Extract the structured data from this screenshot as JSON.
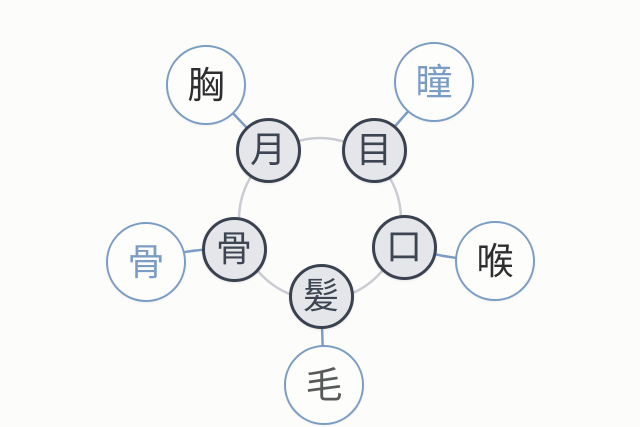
{
  "diagram": {
    "inner_nodes": [
      {
        "label": "月"
      },
      {
        "label": "目"
      },
      {
        "label": "口"
      },
      {
        "label": "髪"
      },
      {
        "label": "骨"
      }
    ],
    "outer_nodes": [
      {
        "label": "胸",
        "label_color": "dark",
        "connects_to": "月"
      },
      {
        "label": "瞳",
        "label_color": "blue",
        "connects_to": "目"
      },
      {
        "label": "喉",
        "label_color": "dark",
        "connects_to": "口"
      },
      {
        "label": "毛",
        "label_color": "gray",
        "connects_to": "髪"
      },
      {
        "label": "骨",
        "label_color": "blue",
        "connects_to": "骨"
      }
    ],
    "colors": {
      "background": "#fcfcfa",
      "inner_circle_fill": "#e4e6e9",
      "inner_circle_border": "#3a4250",
      "inner_text": "#3e4552",
      "outer_circle_border": "#7c9dc3",
      "ring_connector": "#c9ccd2",
      "spoke_connector": "#7c9dc3",
      "dark_text": "#2e2e30",
      "blue_text": "#7c9dc3",
      "gray_text": "#58595b"
    }
  }
}
